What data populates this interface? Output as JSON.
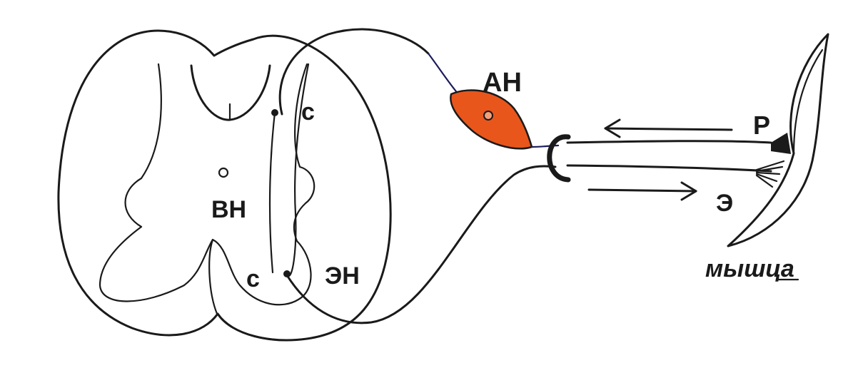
{
  "labels": {
    "an": "АН",
    "vn": "ВН",
    "en": "ЭН",
    "c_top": "с",
    "c_bottom": "с",
    "r": "Р",
    "e": "Э",
    "muscle": "мышца"
  },
  "colors": {
    "ink": "#1a1a1a",
    "ganglion_fill": "#e8561c",
    "axon_blue": "#1c1c5a",
    "background": "#ffffff"
  }
}
